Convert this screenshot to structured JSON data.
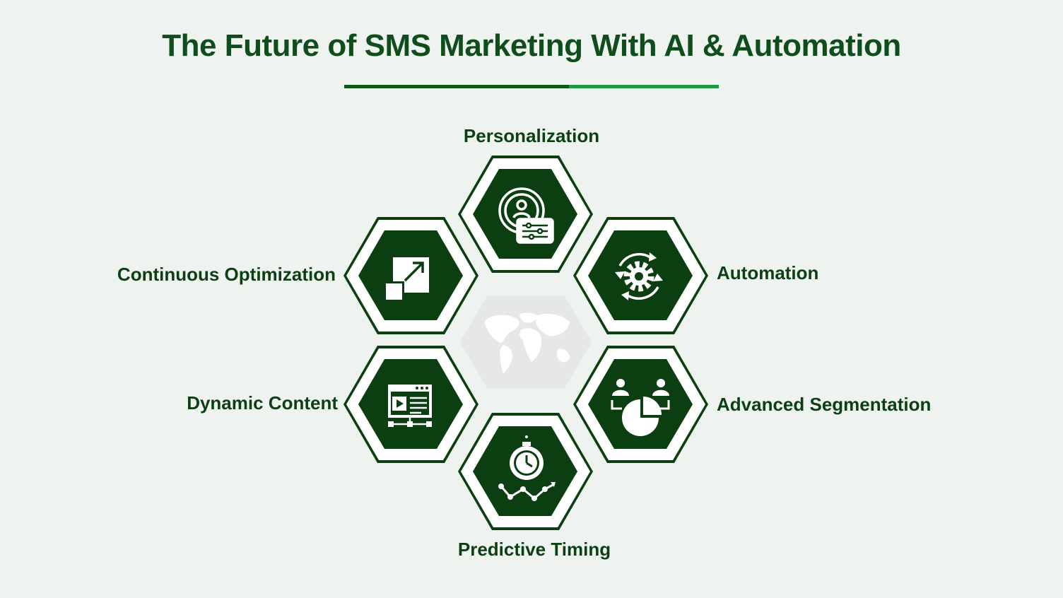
{
  "title": "The Future of SMS Marketing With AI & Automation",
  "colors": {
    "background": "#eff3ef",
    "hex_fill": "#0b3f12",
    "hex_ring": "#ffffff",
    "hex_border": "#0b3f12",
    "center_hex": "#e6e8e6",
    "underline_dark": "#0b5a1c",
    "underline_light": "#1f9a43"
  },
  "center": {
    "icon": "world-map-icon"
  },
  "items": [
    {
      "label": "Personalization",
      "icon": "user-settings-icon"
    },
    {
      "label": "Automation",
      "icon": "gear-cycle-icon"
    },
    {
      "label": "Advanced Segmentation",
      "icon": "segmentation-pie-icon"
    },
    {
      "label": "Predictive Timing",
      "icon": "stopwatch-trend-icon"
    },
    {
      "label": "Dynamic Content",
      "icon": "video-content-icon"
    },
    {
      "label": "Continuous Optimization",
      "icon": "scale-up-icon"
    }
  ]
}
